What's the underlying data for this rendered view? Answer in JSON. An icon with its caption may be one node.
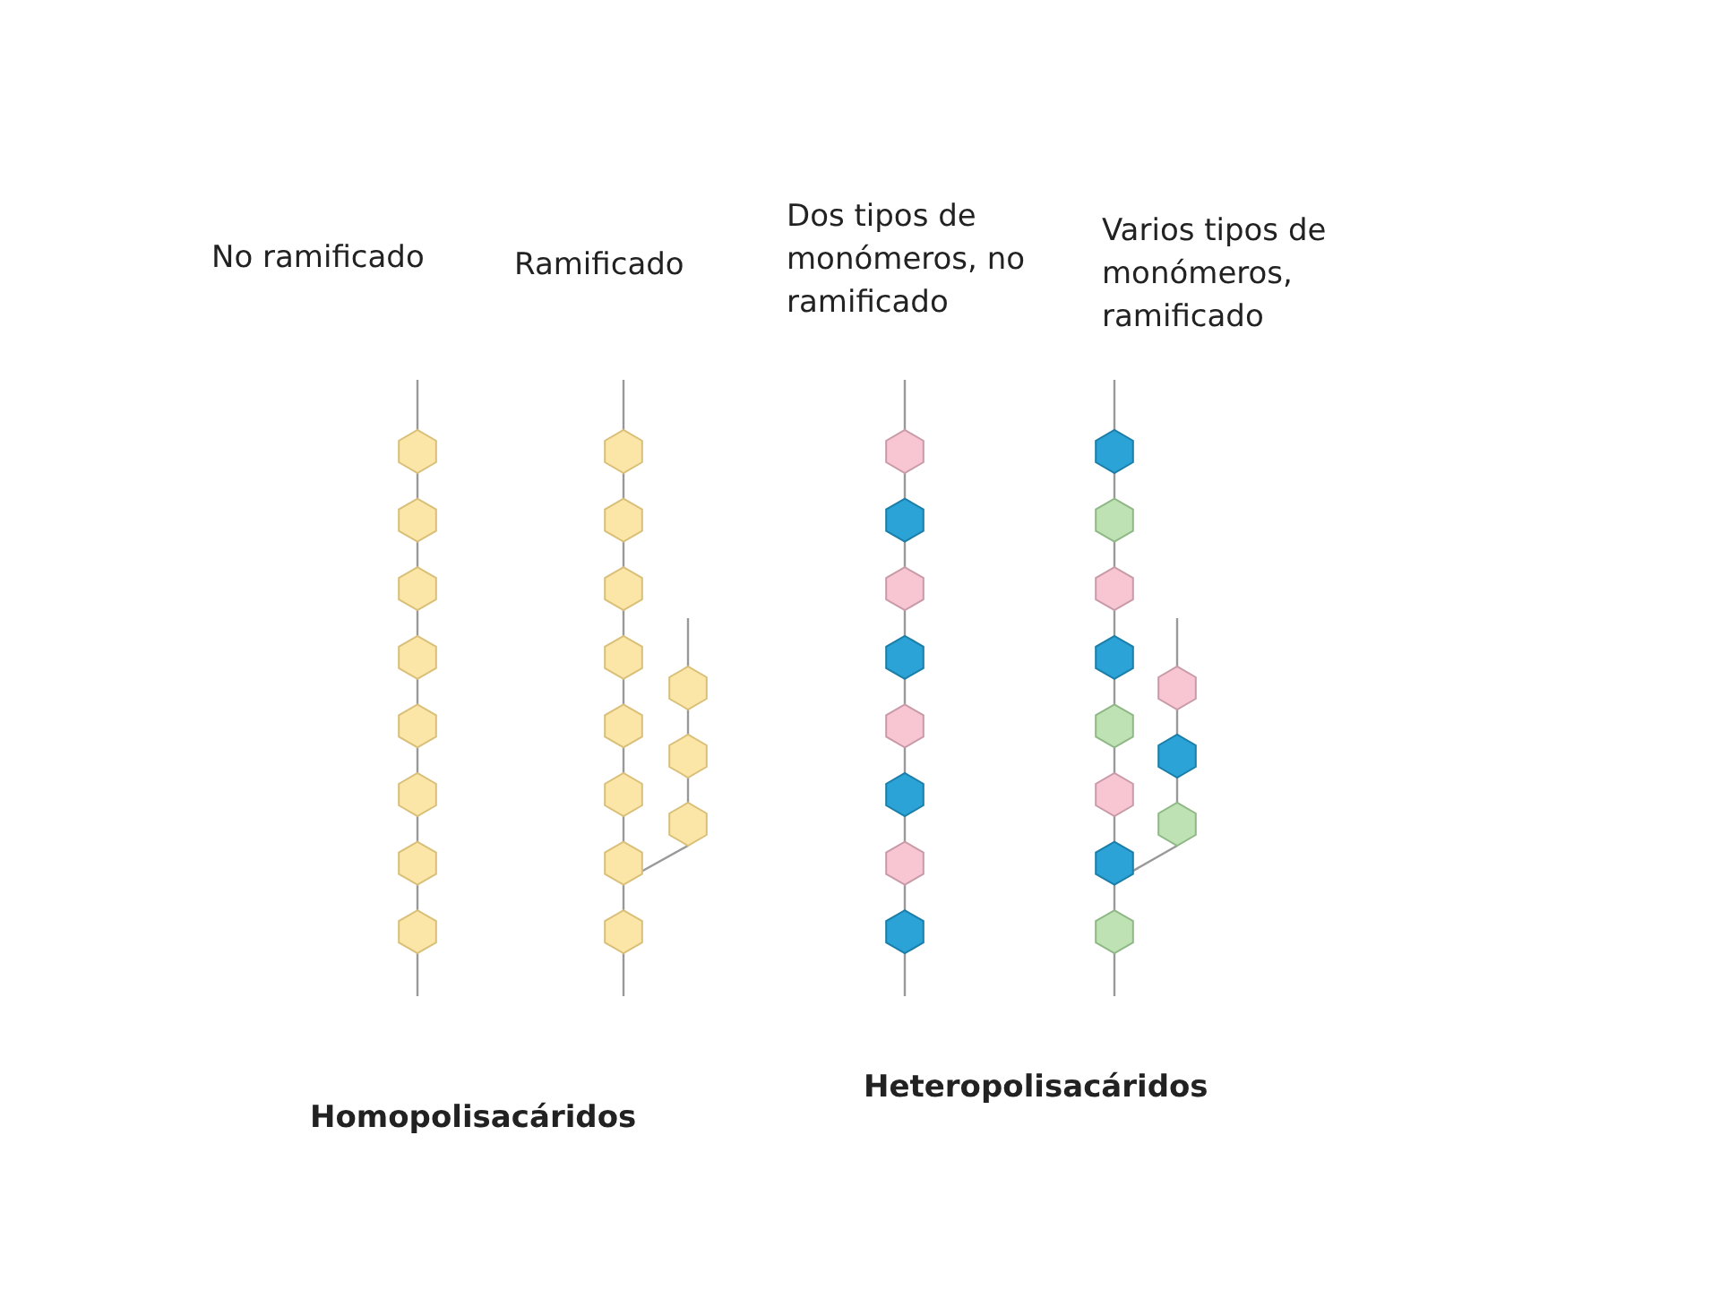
{
  "diagram": {
    "labels": [
      "No ramificado",
      "Ramificado",
      "Dos tipos de monómeros, no ramificado",
      "Varios tipos de monómeros, ramificado",
      "Heteropolisacáridos",
      "Homopolisacáridos"
    ]
  }
}
